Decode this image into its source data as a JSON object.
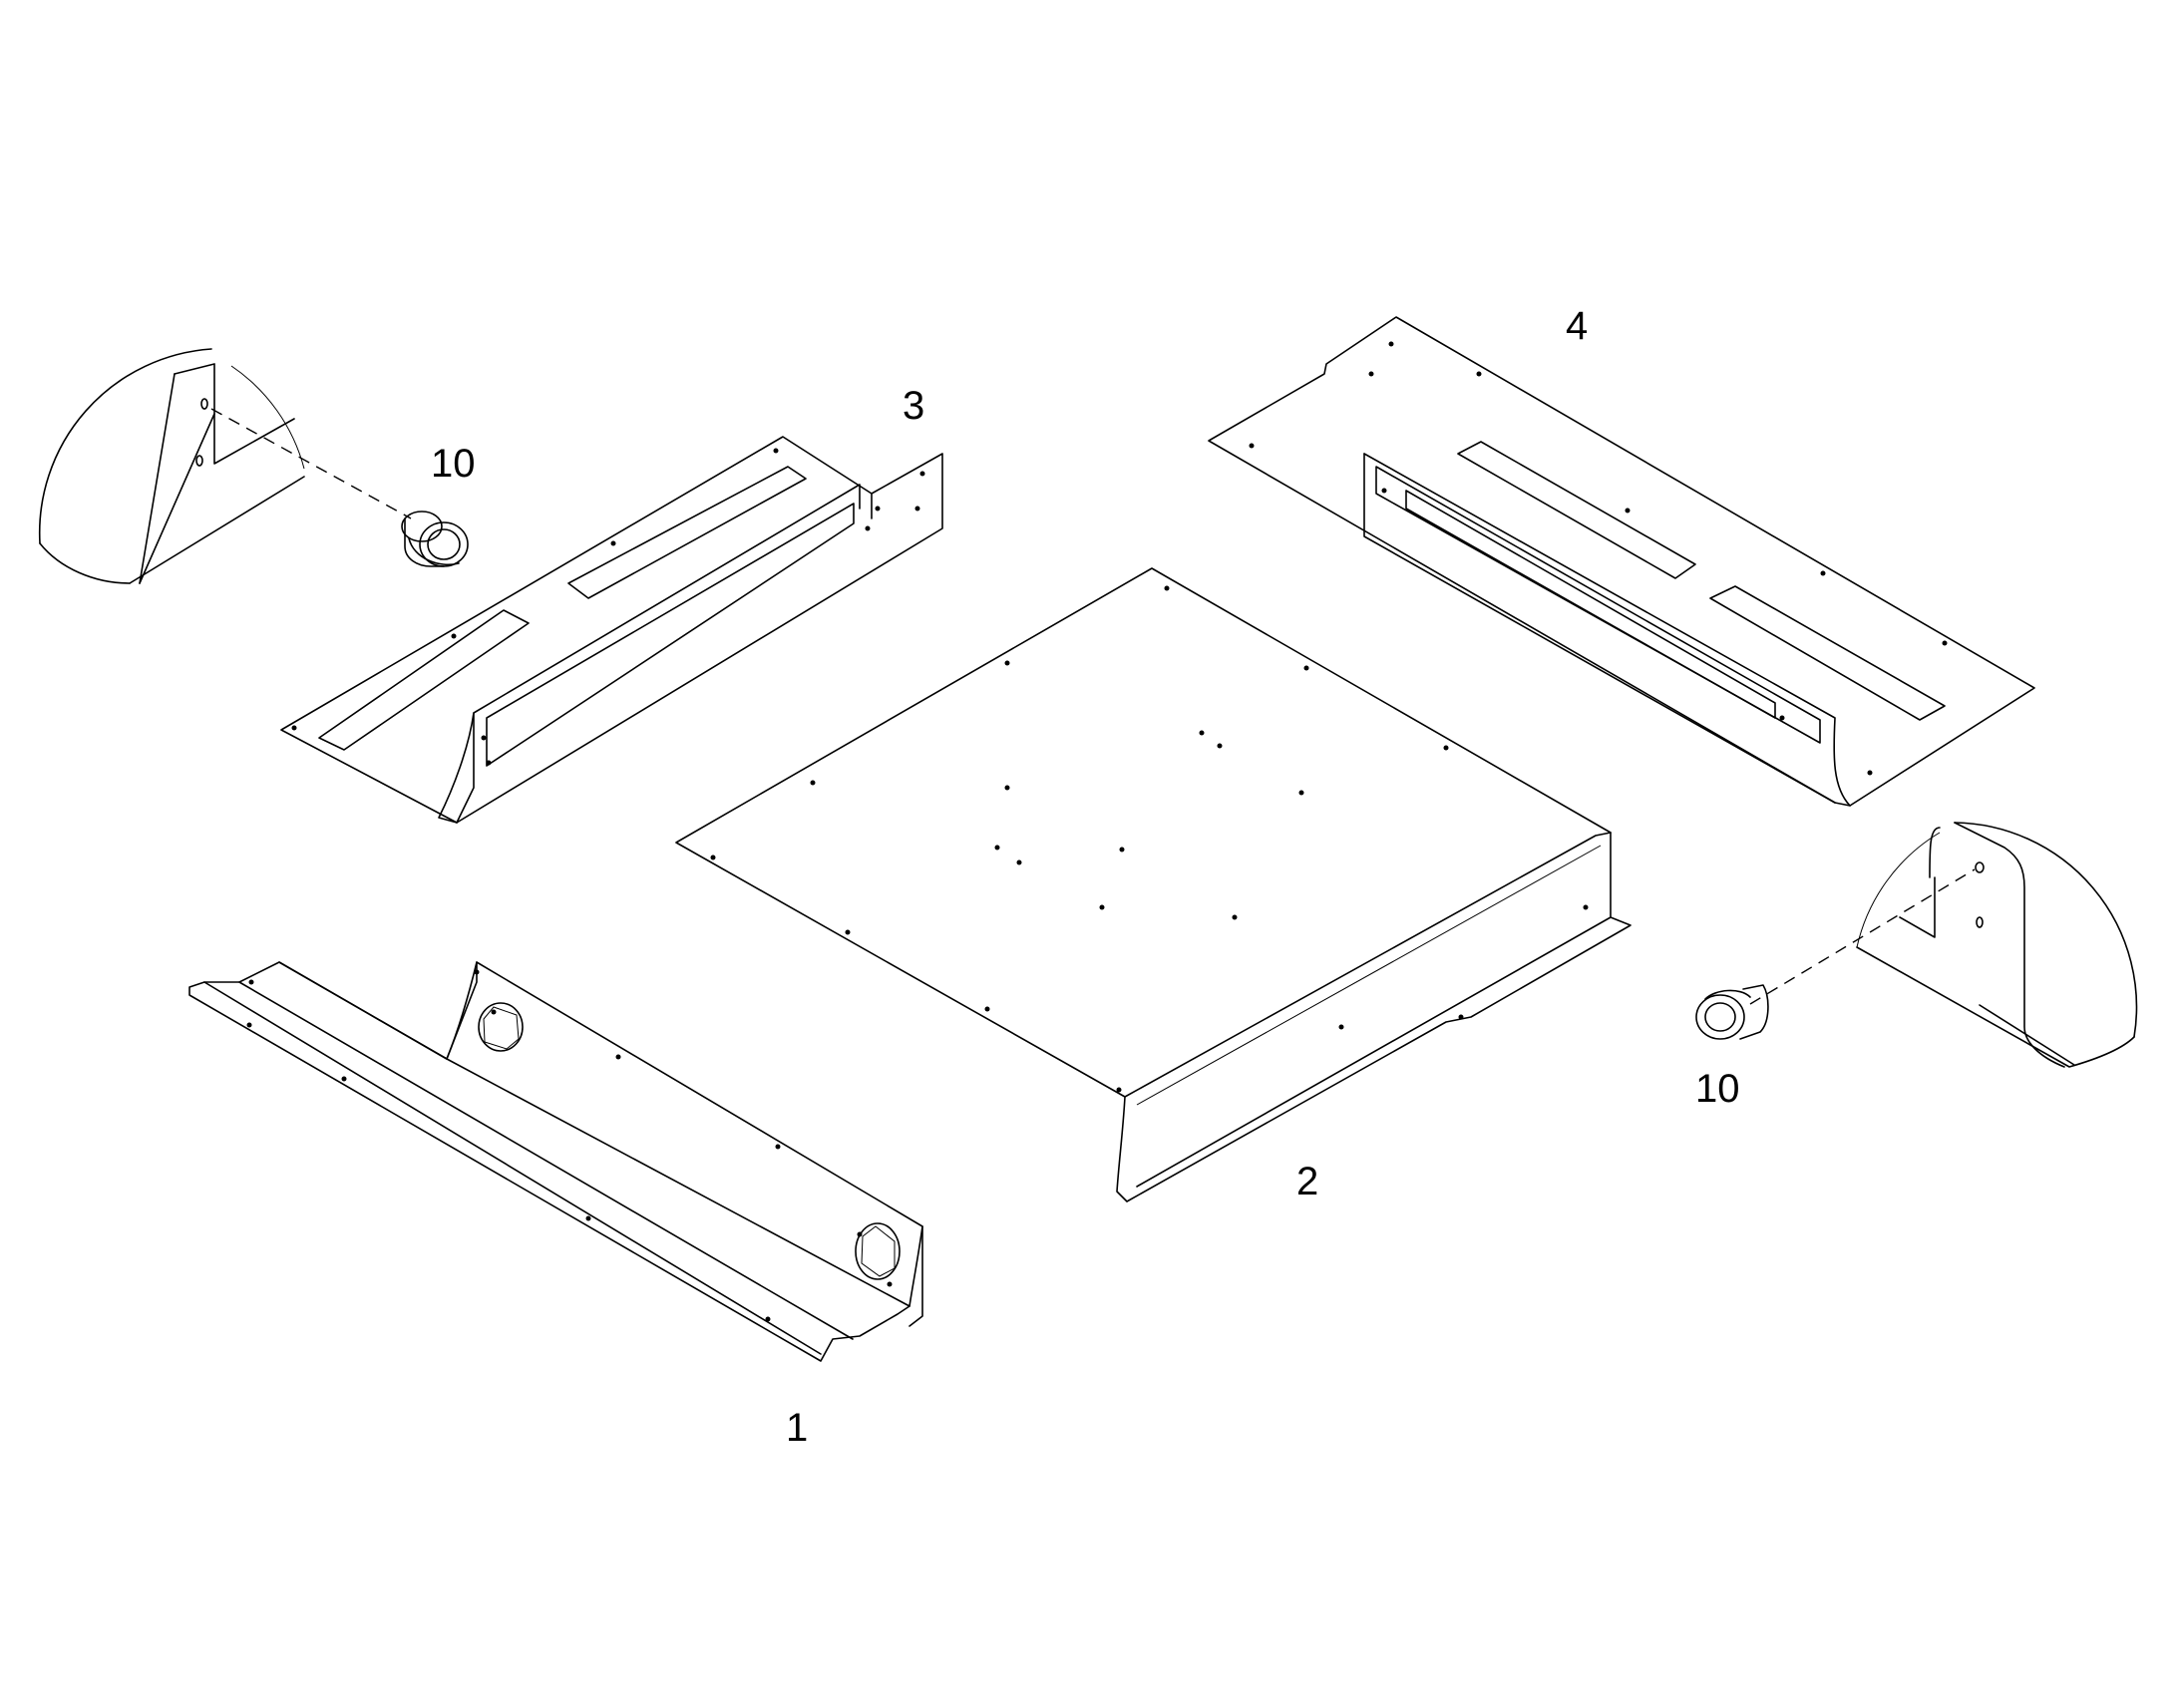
{
  "diagram": {
    "callouts": {
      "part1": "1",
      "part2": "2",
      "part3": "3",
      "part4": "4",
      "part10_left": "10",
      "part10_right": "10"
    }
  }
}
